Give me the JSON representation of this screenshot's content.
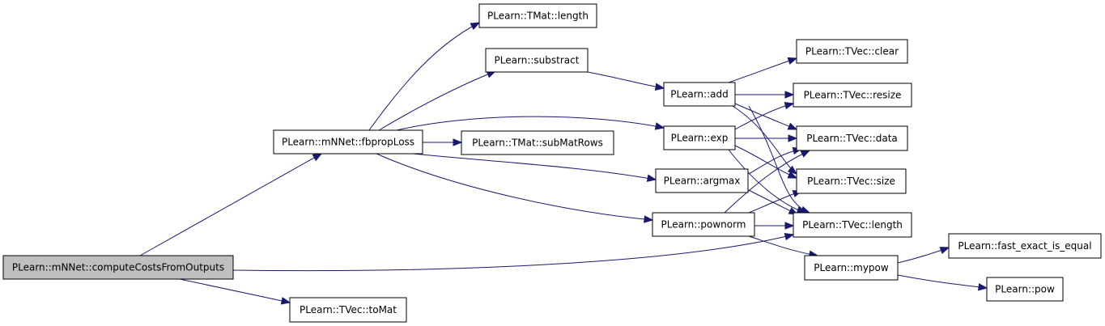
{
  "graph": {
    "type": "call-graph",
    "edge_color": "#191970",
    "root_fill": "#bfbfbf",
    "nodes": [
      {
        "id": "computeCosts",
        "label": "PLearn::mNNet::computeCostsFromOutputs",
        "root": true
      },
      {
        "id": "fbpropLoss",
        "label": "PLearn::mNNet::fbpropLoss"
      },
      {
        "id": "tmatLength",
        "label": "PLearn::TMat::length"
      },
      {
        "id": "substract",
        "label": "PLearn::substract"
      },
      {
        "id": "subMatRows",
        "label": "PLearn::TMat::subMatRows"
      },
      {
        "id": "add",
        "label": "PLearn::add"
      },
      {
        "id": "exp",
        "label": "PLearn::exp"
      },
      {
        "id": "argmax",
        "label": "PLearn::argmax"
      },
      {
        "id": "pownorm",
        "label": "PLearn::pownorm"
      },
      {
        "id": "toMat",
        "label": "PLearn::TVec::toMat"
      },
      {
        "id": "clear",
        "label": "PLearn::TVec::clear"
      },
      {
        "id": "resize",
        "label": "PLearn::TVec::resize"
      },
      {
        "id": "data",
        "label": "PLearn::TVec::data"
      },
      {
        "id": "size",
        "label": "PLearn::TVec::size"
      },
      {
        "id": "tvecLength",
        "label": "PLearn::TVec::length"
      },
      {
        "id": "mypow",
        "label": "PLearn::mypow"
      },
      {
        "id": "fastExact",
        "label": "PLearn::fast_exact_is_equal"
      },
      {
        "id": "pow",
        "label": "PLearn::pow"
      }
    ],
    "edges": [
      {
        "from": "computeCosts",
        "to": "fbpropLoss"
      },
      {
        "from": "computeCosts",
        "to": "tvecLength"
      },
      {
        "from": "computeCosts",
        "to": "toMat"
      },
      {
        "from": "fbpropLoss",
        "to": "tmatLength"
      },
      {
        "from": "fbpropLoss",
        "to": "substract"
      },
      {
        "from": "fbpropLoss",
        "to": "subMatRows"
      },
      {
        "from": "fbpropLoss",
        "to": "exp"
      },
      {
        "from": "fbpropLoss",
        "to": "argmax"
      },
      {
        "from": "fbpropLoss",
        "to": "pownorm"
      },
      {
        "from": "substract",
        "to": "add"
      },
      {
        "from": "add",
        "to": "clear"
      },
      {
        "from": "add",
        "to": "resize"
      },
      {
        "from": "add",
        "to": "data"
      },
      {
        "from": "add",
        "to": "size"
      },
      {
        "from": "add",
        "to": "tvecLength"
      },
      {
        "from": "exp",
        "to": "resize"
      },
      {
        "from": "exp",
        "to": "data"
      },
      {
        "from": "exp",
        "to": "size"
      },
      {
        "from": "exp",
        "to": "tvecLength"
      },
      {
        "from": "argmax",
        "to": "data"
      },
      {
        "from": "argmax",
        "to": "tvecLength"
      },
      {
        "from": "pownorm",
        "to": "data"
      },
      {
        "from": "pownorm",
        "to": "size"
      },
      {
        "from": "pownorm",
        "to": "tvecLength"
      },
      {
        "from": "pownorm",
        "to": "mypow"
      },
      {
        "from": "mypow",
        "to": "fastExact"
      },
      {
        "from": "mypow",
        "to": "pow"
      }
    ]
  }
}
